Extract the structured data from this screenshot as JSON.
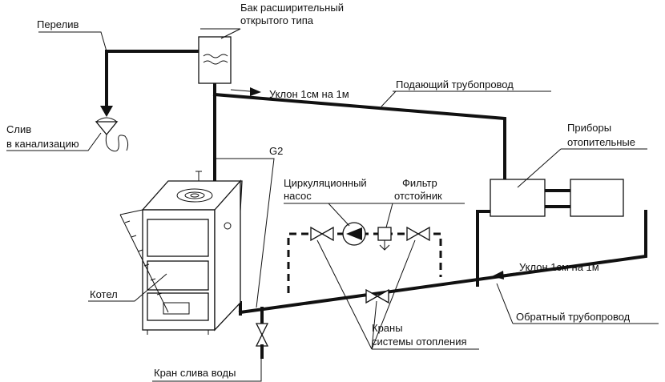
{
  "labels": {
    "expansion_tank_line1": "Бак расширительный",
    "expansion_tank_line2": "открытого типа",
    "overflow": "Перелив",
    "drain_line1": "Слив",
    "drain_line2": "в канализацию",
    "slope_top": "Уклон 1см на 1м",
    "supply_pipe": "Подающий трубопровод",
    "radiators_line1": "Приборы",
    "radiators_line2": "отопительные",
    "g2": "G2",
    "pump_line1": "Циркуляционный",
    "pump_line2": "насос",
    "filter_line1": "Фильтр",
    "filter_line2": "отстойник",
    "boiler": "Котел",
    "slope_bottom": "Уклон   1см на 1м",
    "return_pipe": "Обратный трубопровод",
    "valves_line1": "Краны",
    "valves_line2": "системы отопления",
    "drain_valve": "Кран слива воды"
  }
}
